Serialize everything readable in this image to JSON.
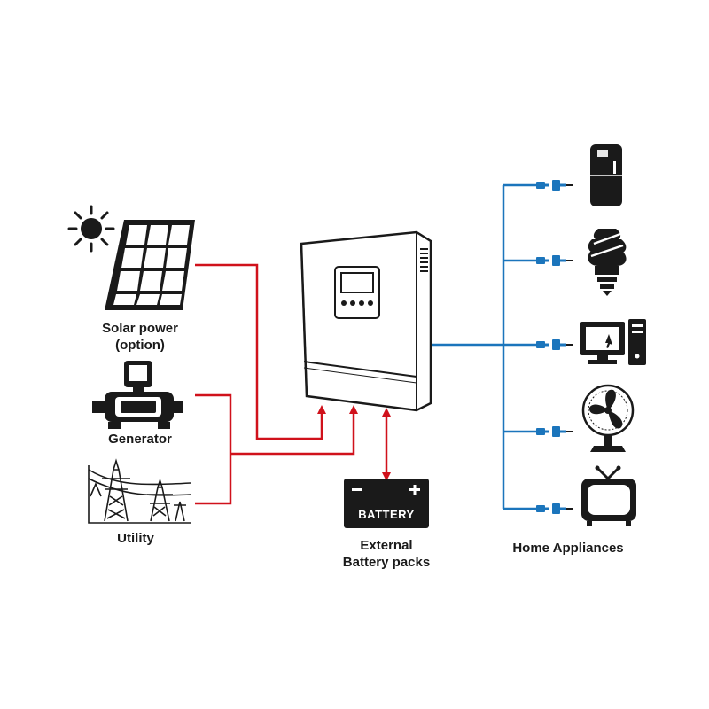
{
  "labels": {
    "solar_line1": "Solar power",
    "solar_line2": "(option)",
    "generator": "Generator",
    "utility": "Utility",
    "battery_text": "BATTERY",
    "battery_line1": "External",
    "battery_line2": "Battery packs",
    "home_appliances": "Home Appliances"
  },
  "icons": {
    "sun": "sun-icon",
    "solar_panel": "solar-panel-icon",
    "generator": "generator-icon",
    "utility": "power-pylons-icon",
    "inverter": "inverter-icon",
    "battery": "battery-icon",
    "appliances": [
      "refrigerator-icon",
      "light-bulb-icon",
      "computer-icon",
      "fan-icon",
      "television-icon"
    ],
    "plug": "plug-icon"
  },
  "colors": {
    "input_line": "#d0111b",
    "output_line": "#1b75bc",
    "icon": "#1a1a1a"
  }
}
